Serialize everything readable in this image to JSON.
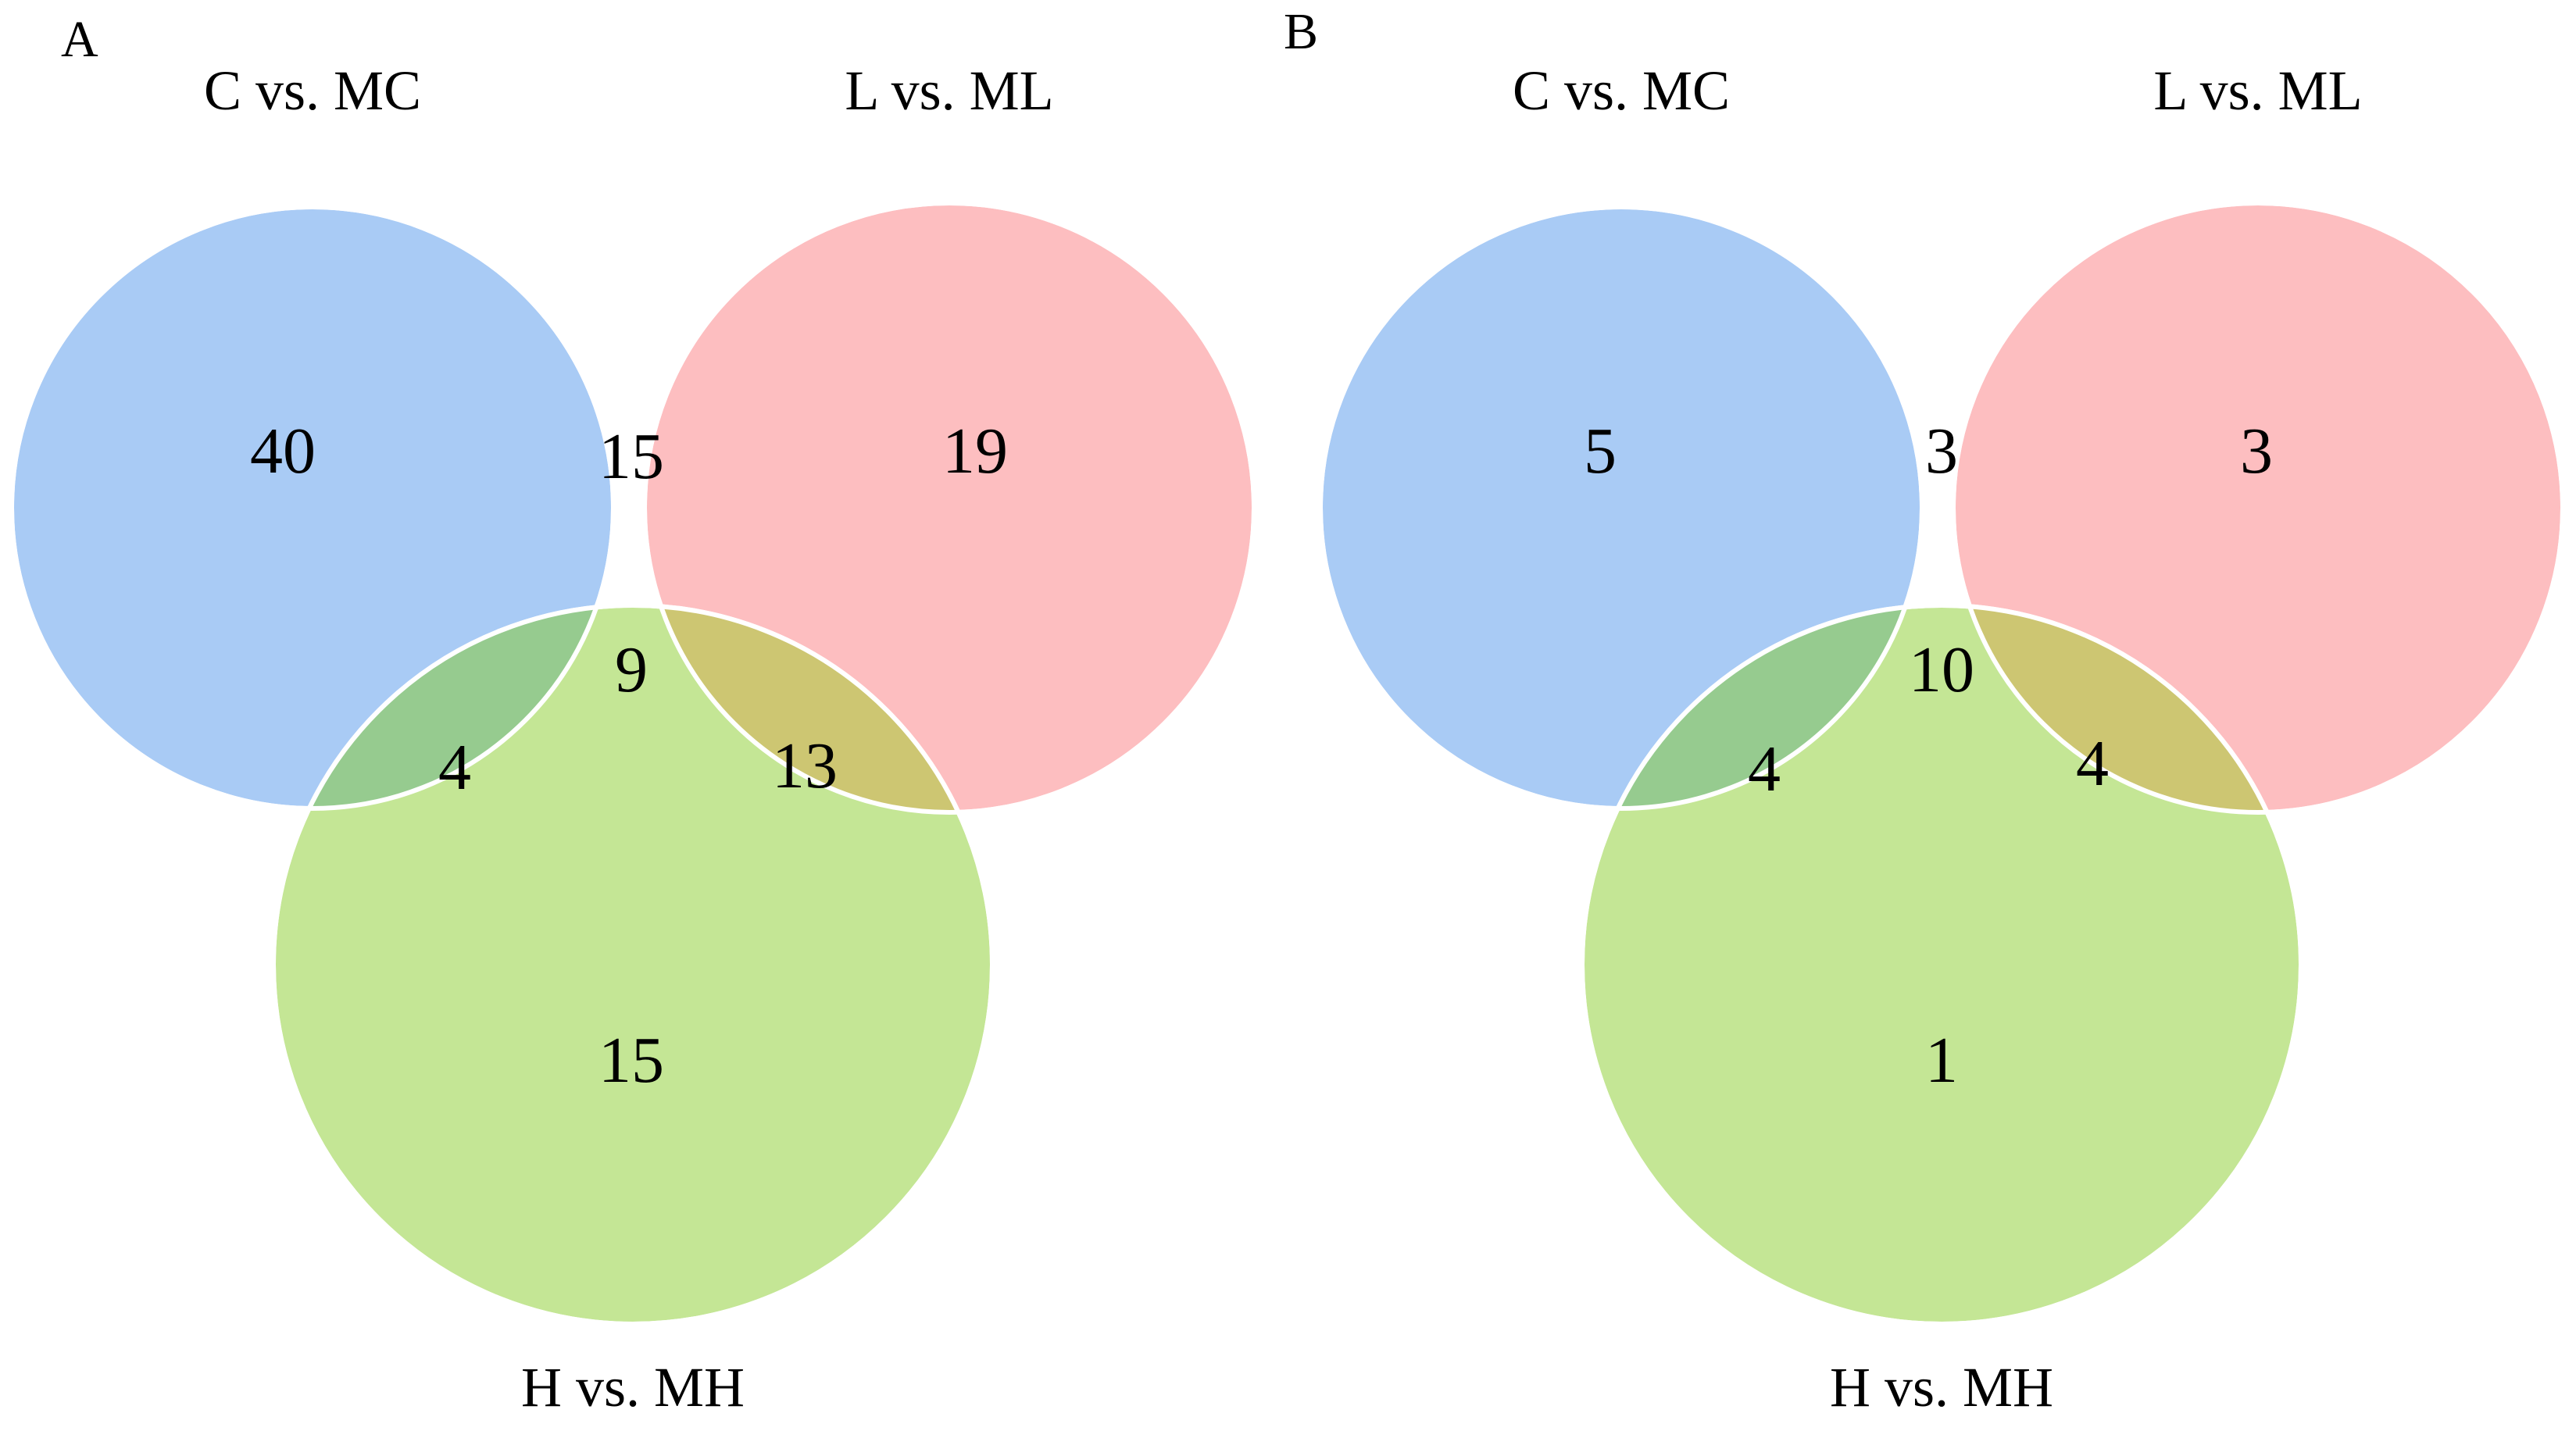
{
  "colors": {
    "set_c": "#a9cbf5",
    "set_l": "#fdbec0",
    "set_h": "#c4e695",
    "overlap_cl": "#e0a4bc",
    "overlap_ch": "#96cb8f",
    "overlap_lh": "#cdc672",
    "overlap_all": "#b0b16d",
    "outline": "#ffffff",
    "text": "#000000"
  },
  "panels": [
    {
      "letter": "A",
      "sets": {
        "c": "C vs. MC",
        "l": "L vs. ML",
        "h": "H vs. MH"
      },
      "counts": {
        "c_only": "40",
        "l_only": "19",
        "h_only": "15",
        "c_and_l": "15",
        "c_and_h": "4",
        "l_and_h": "13",
        "all": "9"
      }
    },
    {
      "letter": "B",
      "sets": {
        "c": "C vs. MC",
        "l": "L vs. ML",
        "h": "H vs. MH"
      },
      "counts": {
        "c_only": "5",
        "l_only": "3",
        "h_only": "1",
        "c_and_l": "3",
        "c_and_h": "4",
        "l_and_h": "4",
        "all": "10"
      }
    }
  ]
}
